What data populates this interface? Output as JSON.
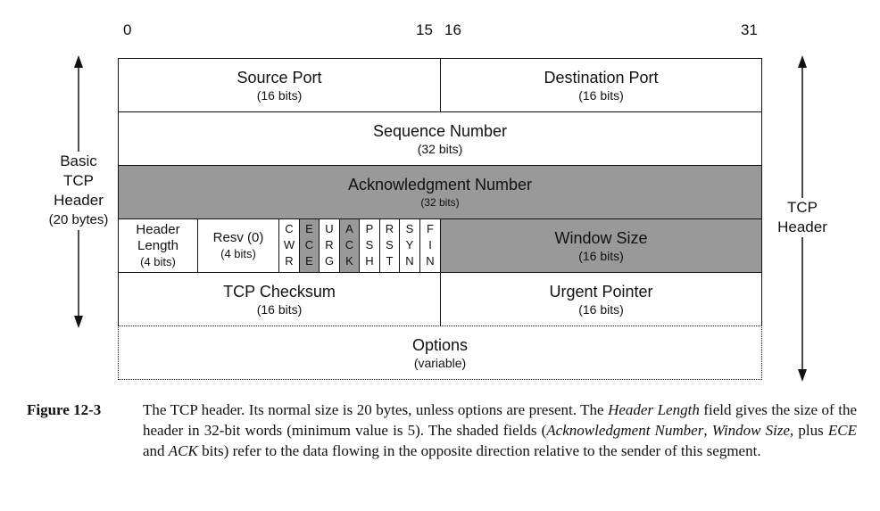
{
  "bit_labels": {
    "b0": "0",
    "b15": "15",
    "b16": "16",
    "b31": "31"
  },
  "rows": {
    "source_port": {
      "name": "Source Port",
      "size": "(16 bits)"
    },
    "destination_port": {
      "name": "Destination Port",
      "size": "(16 bits)"
    },
    "sequence_number": {
      "name": "Sequence Number",
      "size": "(32 bits)"
    },
    "acknowledgment_number": {
      "name": "Acknowledgment Number",
      "size": "(32 bits)"
    },
    "header_length": {
      "name_line1": "Header",
      "name_line2": "Length",
      "size": "(4 bits)"
    },
    "resv": {
      "name": "Resv (0)",
      "size": "(4 bits)"
    },
    "window_size": {
      "name": "Window Size",
      "size": "(16 bits)"
    },
    "tcp_checksum": {
      "name": "TCP Checksum",
      "size": "(16 bits)"
    },
    "urgent_pointer": {
      "name": "Urgent Pointer",
      "size": "(16 bits)"
    },
    "options": {
      "name": "Options",
      "size": "(variable)"
    }
  },
  "flags": [
    {
      "l1": "C",
      "l2": "W",
      "l3": "R",
      "shaded": false
    },
    {
      "l1": "E",
      "l2": "C",
      "l3": "E",
      "shaded": true
    },
    {
      "l1": "U",
      "l2": "R",
      "l3": "G",
      "shaded": false
    },
    {
      "l1": "A",
      "l2": "C",
      "l3": "K",
      "shaded": true
    },
    {
      "l1": "P",
      "l2": "S",
      "l3": "H",
      "shaded": false
    },
    {
      "l1": "R",
      "l2": "S",
      "l3": "T",
      "shaded": false
    },
    {
      "l1": "S",
      "l2": "Y",
      "l3": "N",
      "shaded": false
    },
    {
      "l1": "F",
      "l2": "I",
      "l3": "N",
      "shaded": false
    }
  ],
  "left_label": {
    "l1": "Basic",
    "l2": "TCP",
    "l3": "Header",
    "l4": "(20 bytes)"
  },
  "right_label": {
    "l1": "TCP",
    "l2": "Header"
  },
  "caption": {
    "label": "Figure 12-3",
    "text": "The TCP header. Its normal size is 20 bytes, unless options are present. The Header Length field gives the size of the header in 32-bit words (minimum value is 5). The shaded fields (Acknowledgment Number, Window Size, plus ECE and ACK bits) refer to the data flowing in the opposite direction relative to the sender of this segment."
  },
  "colors": {
    "shade": "#999999",
    "line": "#111111"
  }
}
